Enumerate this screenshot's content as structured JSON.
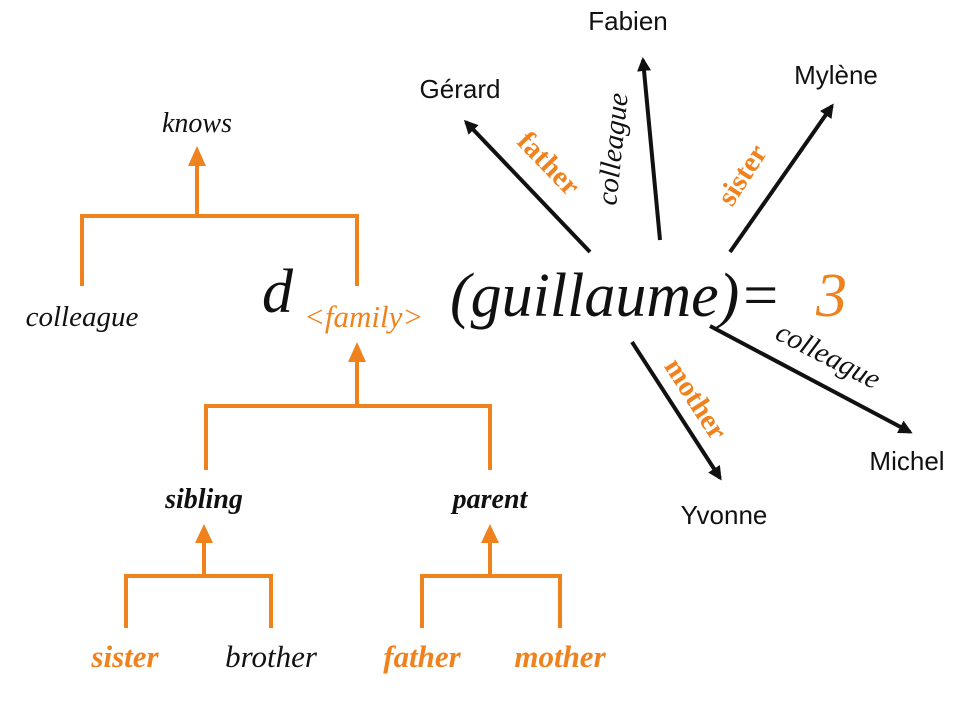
{
  "colors": {
    "accent": "#F0821E",
    "ink": "#111111"
  },
  "formula": {
    "d": "d",
    "subscript": "<family>",
    "argument": "(guillaume)=",
    "value": "3"
  },
  "hierarchy": {
    "root": "knows",
    "colleague": "colleague",
    "sibling": "sibling",
    "parent": "parent",
    "sister": "sister",
    "brother": "brother",
    "father": "father",
    "mother": "mother"
  },
  "graph": {
    "nodes": {
      "gerard": "Gérard",
      "fabien": "Fabien",
      "mylene": "Mylène",
      "michel": "Michel",
      "yvonne": "Yvonne"
    },
    "edges": {
      "father": "father",
      "colleague_fabien": "colleague",
      "sister": "sister",
      "colleague_michel": "colleague",
      "mother": "mother"
    }
  }
}
